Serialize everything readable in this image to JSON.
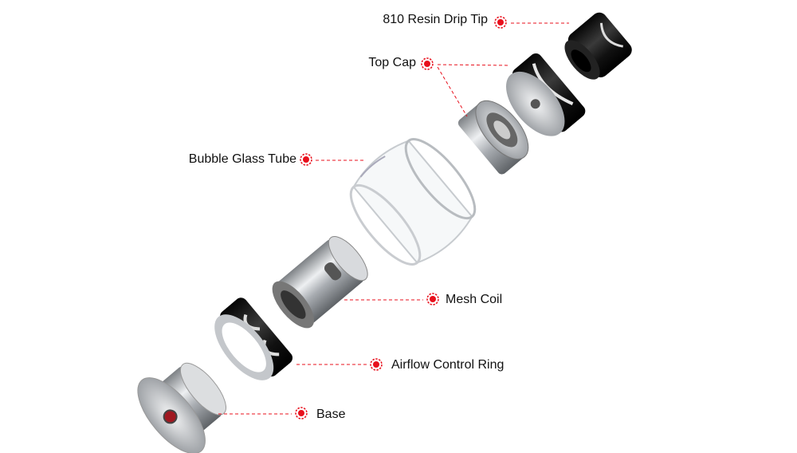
{
  "title": "Exploded view of tank components",
  "colors": {
    "marker": "#e8101c",
    "leader": "#e8101c",
    "black_part": "#1a1a1a",
    "silver_part": "#b9bcc0"
  },
  "labels": [
    {
      "id": "drip-tip",
      "text": "810 Resin Drip Tip"
    },
    {
      "id": "top-cap",
      "text": "Top Cap"
    },
    {
      "id": "glass-tube",
      "text": "Bubble Glass Tube"
    },
    {
      "id": "mesh-coil",
      "text": "Mesh Coil"
    },
    {
      "id": "airflow-ring",
      "text": "Airflow Control Ring"
    },
    {
      "id": "base",
      "text": "Base"
    }
  ]
}
